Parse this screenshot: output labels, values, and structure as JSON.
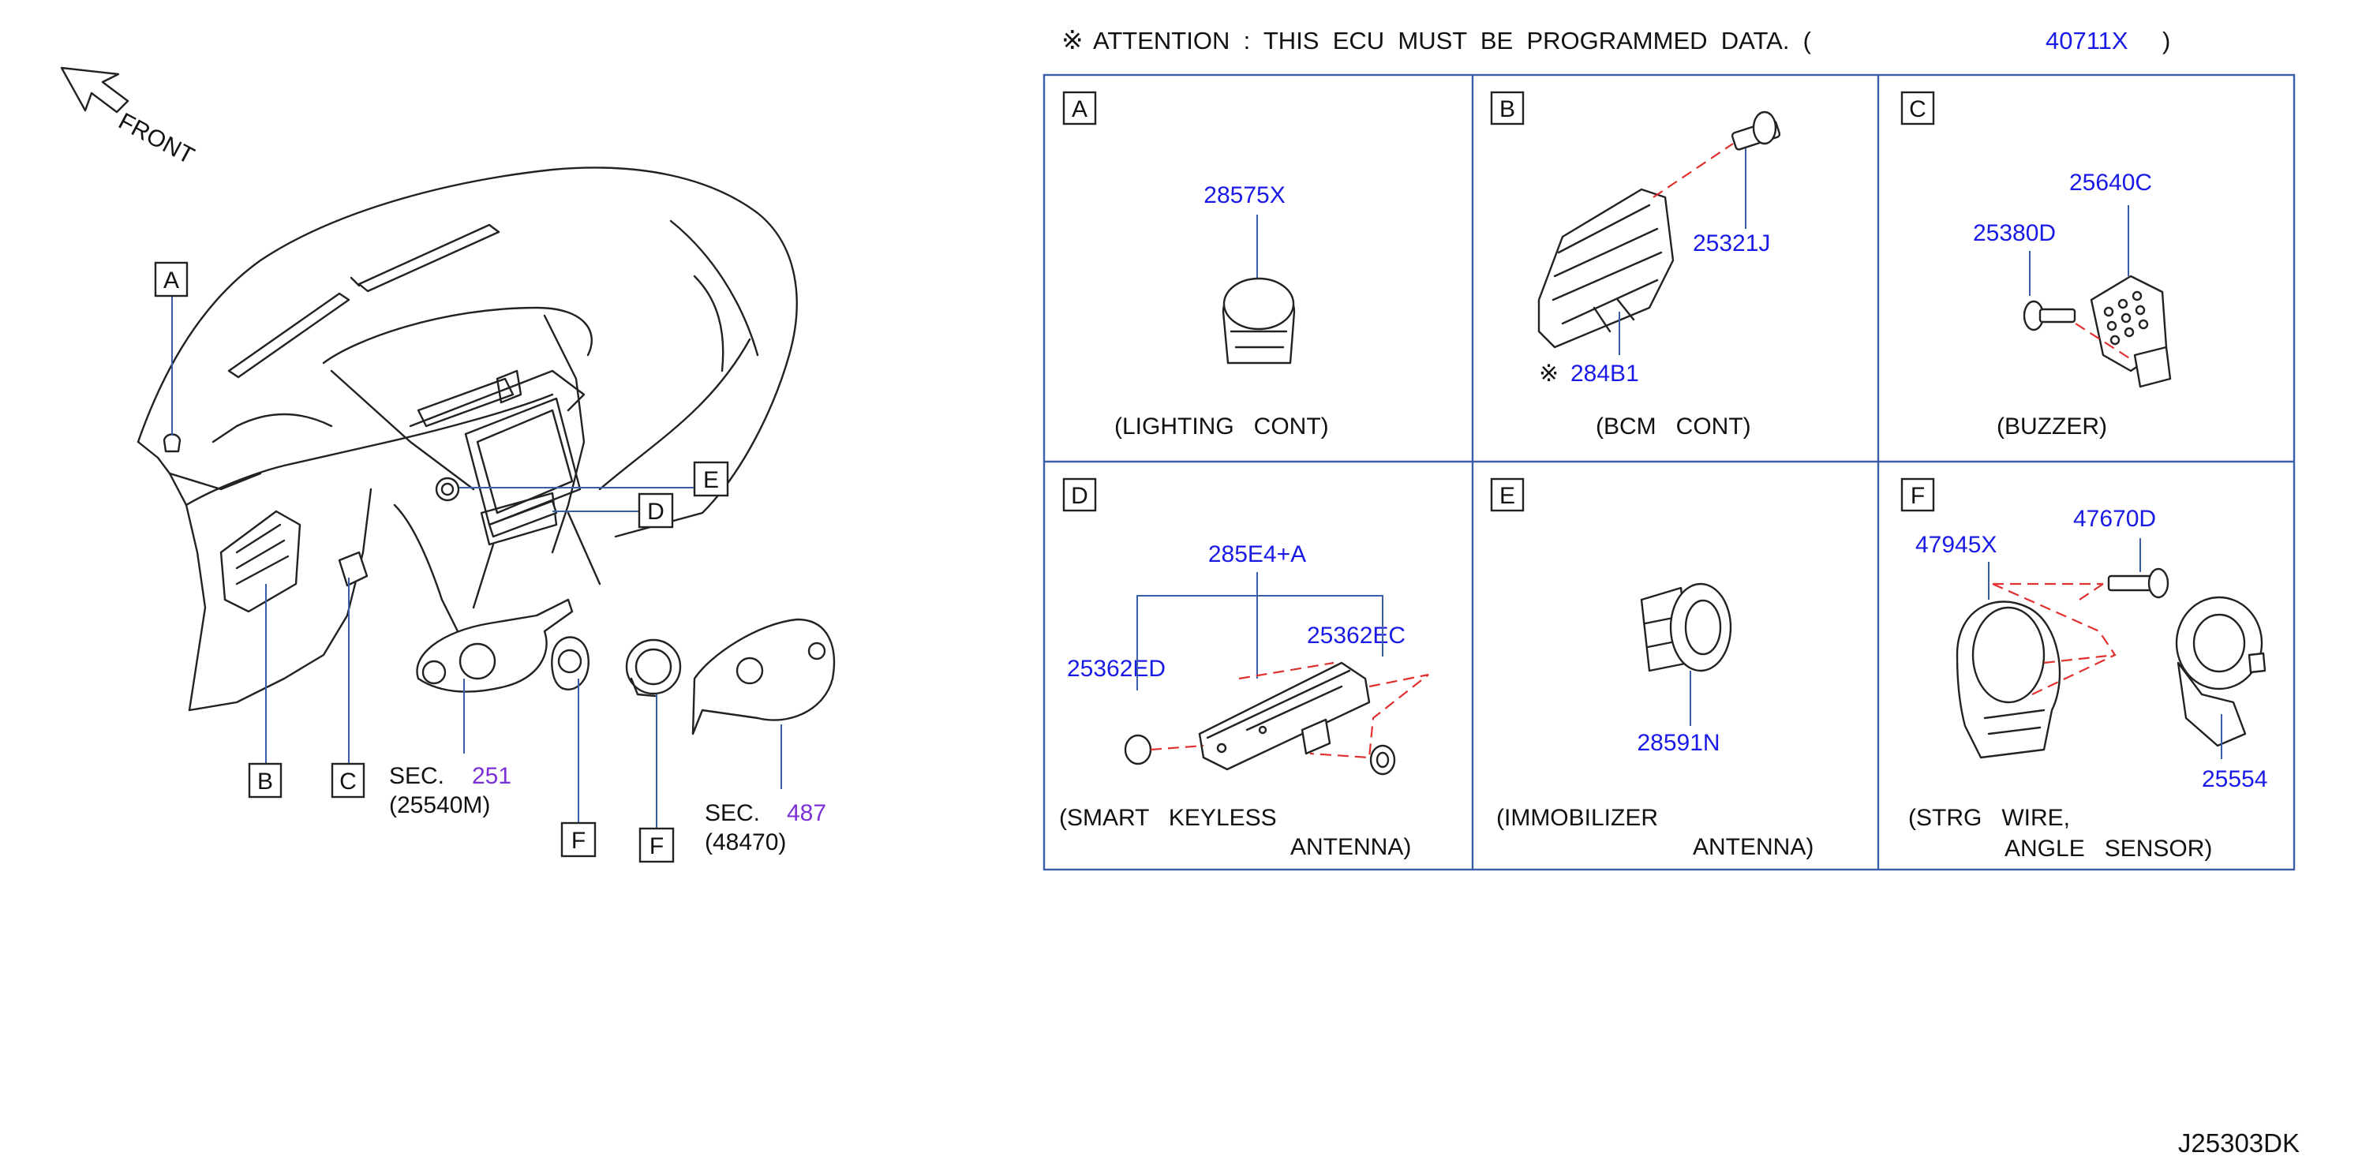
{
  "header": {
    "attention_symbol": "※",
    "attention_text": "ATTENTION  :  THIS  ECU  MUST  BE  PROGRAMMED  DATA.  (",
    "attention_part": "40711X",
    "attention_close": ")"
  },
  "overview": {
    "front_label": "FRONT",
    "callouts": {
      "A": "A",
      "B": "B",
      "C": "C",
      "D": "D",
      "E": "E",
      "F1": "F",
      "F2": "F"
    },
    "sec_251": {
      "prefix": "SEC.",
      "number": "251",
      "part": "(25540M)"
    },
    "sec_487": {
      "prefix": "SEC.",
      "number": "487",
      "part": "(48470)"
    }
  },
  "panels": {
    "A": {
      "letter": "A",
      "parts": [
        "28575X"
      ],
      "caption": [
        "(LIGHTING   CONT)"
      ]
    },
    "B": {
      "letter": "B",
      "parts": [
        "25321J",
        "284B1"
      ],
      "programmed_mark": "※",
      "caption": [
        "(BCM   CONT)"
      ]
    },
    "C": {
      "letter": "C",
      "parts": [
        "25640C",
        "25380D"
      ],
      "caption": [
        "(BUZZER)"
      ]
    },
    "D": {
      "letter": "D",
      "parts": [
        "285E4+A",
        "25362ED",
        "25362EC"
      ],
      "caption": [
        "(SMART   KEYLESS",
        "ANTENNA)"
      ]
    },
    "E": {
      "letter": "E",
      "parts": [
        "28591N"
      ],
      "caption": [
        "(IMMOBILIZER",
        "ANTENNA)"
      ]
    },
    "F": {
      "letter": "F",
      "parts": [
        "47945X",
        "47670D",
        "25554"
      ],
      "caption": [
        "(STRG   WIRE,",
        "ANGLE   SENSOR)"
      ]
    }
  },
  "diagram_code": "J25303DK",
  "colors": {
    "part_number": "#1a1ae6",
    "section_number": "#7b2fd6",
    "leader_line": "#3a5ea8",
    "phantom_line": "#e03030"
  }
}
